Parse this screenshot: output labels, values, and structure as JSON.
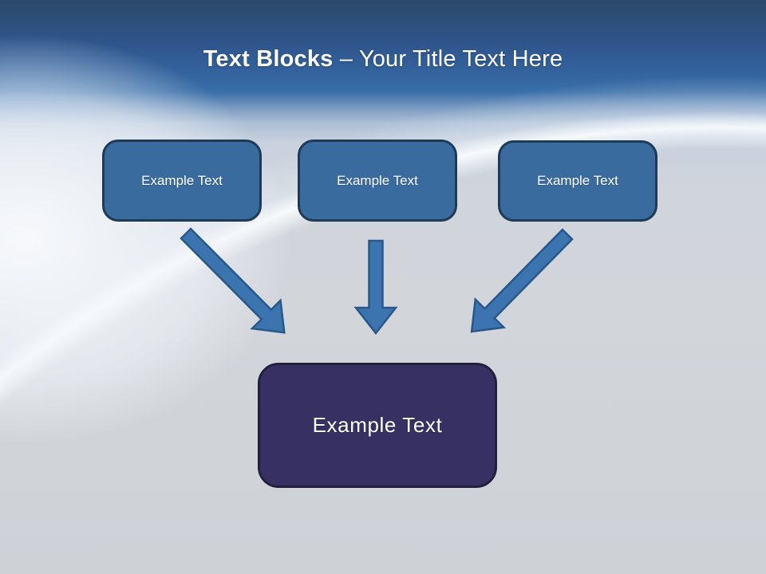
{
  "slide": {
    "title_bold": "Text Blocks",
    "title_rest": " – Your Title Text Here",
    "blocks": [
      {
        "label": "Example Text"
      },
      {
        "label": "Example Text"
      },
      {
        "label": "Example Text"
      }
    ],
    "target_block": {
      "label": "Example Text"
    },
    "arrows": [
      {
        "name": "left-diagonal-arrow",
        "direction": "down-right"
      },
      {
        "name": "center-vertical-arrow",
        "direction": "down"
      },
      {
        "name": "right-diagonal-arrow",
        "direction": "down-left"
      }
    ],
    "colors": {
      "header_top": "#2B4968",
      "header_bottom": "#3A6FA9",
      "title_color": "#FFFFFF",
      "block_fill": "#3A6B9E",
      "block_border": "#1E3A57",
      "target_fill": "#373163",
      "target_border": "#23203F",
      "arrow_fill": "#3B74AE",
      "arrow_border": "#28588A"
    }
  }
}
